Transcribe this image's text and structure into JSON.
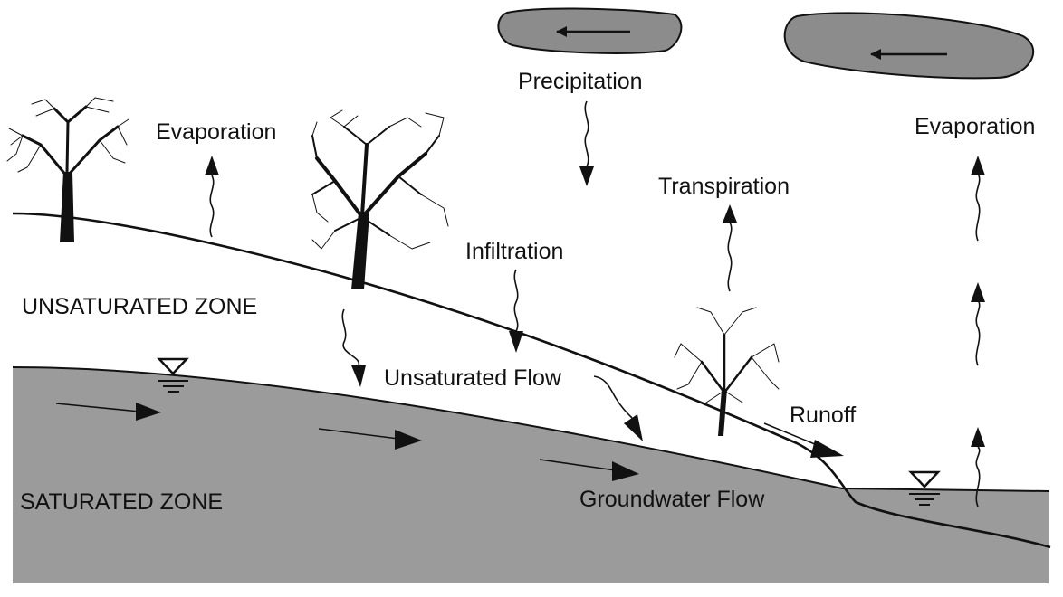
{
  "labels": {
    "precipitation": "Precipitation",
    "evaporation_left": "Evaporation",
    "evaporation_right": "Evaporation",
    "transpiration": "Transpiration",
    "infiltration": "Infiltration",
    "unsaturated_zone": "UNSATURATED ZONE",
    "unsaturated_flow": "Unsaturated Flow",
    "runoff": "Runoff",
    "saturated_zone": "SATURATED ZONE",
    "groundwater_flow": "Groundwater Flow"
  },
  "colors": {
    "ink": "#111111",
    "saturated_fill": "#9b9b9b",
    "cloud_fill": "#8c8c8c",
    "background": "#ffffff"
  },
  "icons": [
    "cloud",
    "tree",
    "water-table-symbol",
    "flow-arrow",
    "wavy-arrow"
  ]
}
